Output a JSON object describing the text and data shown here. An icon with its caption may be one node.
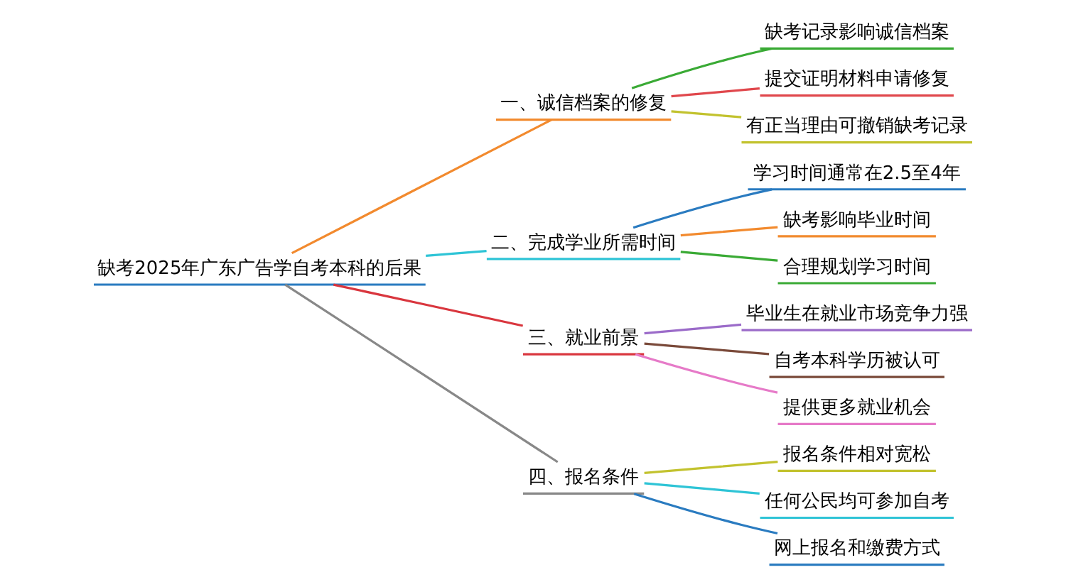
{
  "diagram": {
    "nodes": [
      {
        "text": [
          "缺考2025年广东广告学自考本科的后果"
        ]
      },
      {
        "text": [
          "一、诚信档案的修复"
        ]
      },
      {
        "text": [
          "缺考记录影响诚信档案"
        ]
      },
      {
        "text": [
          "提交证明材料申请修复"
        ]
      },
      {
        "text": [
          "有正当理由可撤销缺考记录"
        ]
      },
      {
        "text": [
          "二、完成学业所需时间"
        ]
      },
      {
        "text": [
          "学习时间通常在2.5至4年"
        ]
      },
      {
        "text": [
          "缺考影响毕业时间"
        ]
      },
      {
        "text": [
          "合理规划学习时间"
        ]
      },
      {
        "text": [
          "三、就业前景"
        ]
      },
      {
        "text": [
          "毕业生在就业市场竞争力强"
        ]
      },
      {
        "text": [
          "自考本科学历被认可"
        ]
      },
      {
        "text": [
          "提供更多就业机会"
        ]
      },
      {
        "text": [
          "四、报名条件"
        ]
      },
      {
        "text": [
          "报名条件相对宽松"
        ]
      },
      {
        "text": [
          "任何公民均可参加自考"
        ]
      },
      {
        "text": [
          "网上报名和缴费方式"
        ]
      }
    ],
    "edges": [
      {
        "from": 0,
        "to": 1,
        "arrow": "none",
        "color": "#f28a2e"
      },
      {
        "from": 1,
        "to": 2,
        "arrow": "none",
        "color": "#3aaa35"
      },
      {
        "from": 1,
        "to": 3,
        "arrow": "none",
        "color": "#e0474c"
      },
      {
        "from": 1,
        "to": 4,
        "arrow": "none",
        "color": "#c2c22e"
      },
      {
        "from": 0,
        "to": 5,
        "arrow": "none",
        "color": "#2ec4d6"
      },
      {
        "from": 5,
        "to": 6,
        "arrow": "none",
        "color": "#2a7bc0"
      },
      {
        "from": 5,
        "to": 7,
        "arrow": "none",
        "color": "#f28a2e"
      },
      {
        "from": 5,
        "to": 8,
        "arrow": "none",
        "color": "#3aaa35"
      },
      {
        "from": 0,
        "to": 9,
        "arrow": "none",
        "color": "#d9363e"
      },
      {
        "from": 9,
        "to": 10,
        "arrow": "none",
        "color": "#9b6bc9"
      },
      {
        "from": 9,
        "to": 11,
        "arrow": "none",
        "color": "#7a4a3a"
      },
      {
        "from": 9,
        "to": 12,
        "arrow": "none",
        "color": "#e67ac8"
      },
      {
        "from": 0,
        "to": 13,
        "arrow": "none",
        "color": "#888888"
      },
      {
        "from": 13,
        "to": 14,
        "arrow": "none",
        "color": "#c2c22e"
      },
      {
        "from": 13,
        "to": 15,
        "arrow": "none",
        "color": "#2ec4d6"
      },
      {
        "from": 13,
        "to": 16,
        "arrow": "none",
        "color": "#2a7bc0"
      }
    ]
  }
}
